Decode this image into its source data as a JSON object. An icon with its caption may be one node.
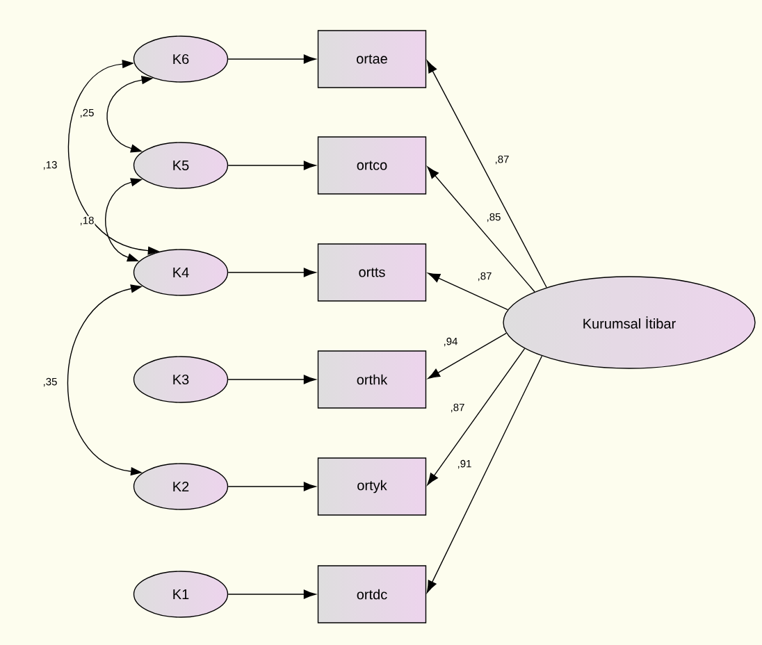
{
  "diagram": {
    "nodes": [
      {
        "text": [
          "K6"
        ]
      },
      {
        "text": [
          "ortae"
        ]
      },
      {
        "text": [
          "K5"
        ]
      },
      {
        "text": [
          "ortco"
        ]
      },
      {
        "text": [
          "K4"
        ]
      },
      {
        "text": [
          "ortts"
        ]
      },
      {
        "text": [
          "K3"
        ]
      },
      {
        "text": [
          "orthk"
        ]
      },
      {
        "text": [
          "K2"
        ]
      },
      {
        "text": [
          "ortyk"
        ]
      },
      {
        "text": [
          "K1"
        ]
      },
      {
        "text": [
          "ortdc"
        ]
      },
      {
        "text": [
          "Kurumsal İtibar"
        ]
      }
    ],
    "edges": [
      {
        "from": 0,
        "to": 1,
        "arrow": "to"
      },
      {
        "from": 2,
        "to": 3,
        "arrow": "to"
      },
      {
        "from": 4,
        "to": 5,
        "arrow": "to"
      },
      {
        "from": 6,
        "to": 7,
        "arrow": "to"
      },
      {
        "from": 8,
        "to": 9,
        "arrow": "to"
      },
      {
        "from": 10,
        "to": 11,
        "arrow": "to"
      },
      {
        "from": 12,
        "to": 1,
        "arrow": "to",
        "label": ",87"
      },
      {
        "from": 12,
        "to": 3,
        "arrow": "to",
        "label": ",85"
      },
      {
        "from": 12,
        "to": 5,
        "arrow": "to",
        "label": ",87"
      },
      {
        "from": 12,
        "to": 7,
        "arrow": "to",
        "label": ",94"
      },
      {
        "from": 12,
        "to": 9,
        "arrow": "to",
        "label": ",87"
      },
      {
        "from": 12,
        "to": 11,
        "arrow": "to",
        "label": ",91"
      },
      {
        "from": 0,
        "to": 2,
        "arrow": "both",
        "label": ",25"
      },
      {
        "from": 0,
        "to": 4,
        "arrow": "both",
        "label": ",13"
      },
      {
        "from": 2,
        "to": 4,
        "arrow": "both",
        "label": ",18"
      },
      {
        "from": 4,
        "to": 8,
        "arrow": "both",
        "label": ",35"
      }
    ]
  }
}
